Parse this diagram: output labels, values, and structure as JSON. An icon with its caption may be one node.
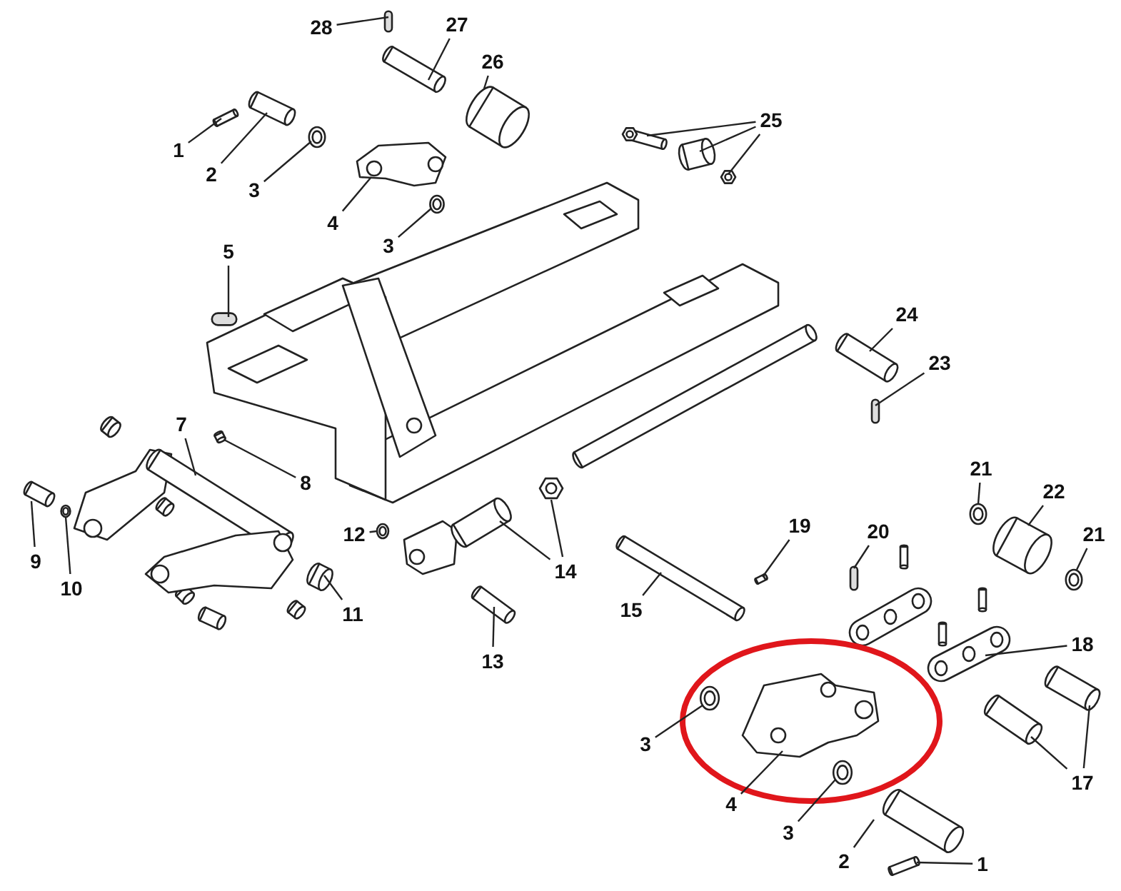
{
  "diagram": {
    "nodes": [
      {
        "text": [
          "28"
        ]
      },
      {
        "text": [
          "27"
        ]
      },
      {
        "text": [
          "26"
        ]
      },
      {
        "text": [
          "25"
        ]
      },
      {
        "text": [
          "1"
        ]
      },
      {
        "text": [
          "2"
        ]
      },
      {
        "text": [
          "3"
        ]
      },
      {
        "text": [
          "4"
        ]
      },
      {
        "text": [
          "3"
        ]
      },
      {
        "text": [
          "5"
        ]
      },
      {
        "text": [
          "24"
        ]
      },
      {
        "text": [
          "23"
        ]
      },
      {
        "text": [
          "7"
        ]
      },
      {
        "text": [
          "8"
        ]
      },
      {
        "text": [
          "21"
        ]
      },
      {
        "text": [
          "22"
        ]
      },
      {
        "text": [
          "21"
        ]
      },
      {
        "text": [
          "9"
        ]
      },
      {
        "text": [
          "10"
        ]
      },
      {
        "text": [
          "12"
        ]
      },
      {
        "text": [
          "14"
        ]
      },
      {
        "text": [
          "19"
        ]
      },
      {
        "text": [
          "20"
        ]
      },
      {
        "text": [
          "11"
        ]
      },
      {
        "text": [
          "15"
        ]
      },
      {
        "text": [
          "13"
        ]
      },
      {
        "text": [
          "18"
        ]
      },
      {
        "text": [
          "3"
        ]
      },
      {
        "text": [
          "4"
        ]
      },
      {
        "text": [
          "17"
        ]
      },
      {
        "text": [
          "3"
        ]
      },
      {
        "text": [
          "2"
        ]
      },
      {
        "text": [
          "1"
        ]
      },
      {
        "text": [],
        "shape": "bar"
      },
      {
        "text": [],
        "shape": "picture"
      },
      {
        "text": [],
        "shape": "picture"
      },
      {
        "text": [],
        "shape": "picture"
      },
      {
        "text": [],
        "shape": "picture"
      },
      {
        "text": [],
        "shape": "picture"
      },
      {
        "text": [],
        "shape": "picture"
      },
      {
        "text": [],
        "shape": "picture"
      },
      {
        "text": [],
        "shape": "picture"
      },
      {
        "text": [],
        "shape": "picture"
      },
      {
        "text": [],
        "shape": "picture"
      },
      {
        "text": [],
        "shape": "bar"
      },
      {
        "text": [],
        "shape": "picture"
      },
      {
        "text": [],
        "shape": "bar"
      },
      {
        "text": [],
        "shape": "picture"
      },
      {
        "text": [],
        "shape": "picture"
      },
      {
        "text": [],
        "shape": "picture"
      },
      {
        "text": [],
        "shape": "picture"
      },
      {
        "text": [],
        "shape": "picture"
      },
      {
        "text": [],
        "shape": "picture"
      },
      {
        "text": [],
        "shape": "picture"
      },
      {
        "text": [],
        "shape": "picture"
      },
      {
        "text": [],
        "shape": "picture"
      },
      {
        "text": [],
        "shape": "picture"
      },
      {
        "text": [],
        "shape": "picture"
      },
      {
        "text": [],
        "shape": "bar"
      },
      {
        "text": [],
        "shape": "picture"
      },
      {
        "text": [],
        "shape": "picture"
      },
      {
        "text": [],
        "shape": "picture"
      },
      {
        "text": [],
        "shape": "picture"
      },
      {
        "text": [],
        "shape": "picture"
      },
      {
        "text": [],
        "shape": "picture"
      },
      {
        "text": [],
        "shape": "picture"
      },
      {
        "text": [],
        "shape": "picture"
      },
      {
        "text": [],
        "shape": "picture"
      },
      {
        "text": [],
        "shape": "picture"
      },
      {
        "text": [],
        "shape": "picture"
      }
    ],
    "edges": [
      {
        "from": 0,
        "to": 33,
        "arrow": "none"
      },
      {
        "from": 1,
        "to": 34,
        "arrow": "none"
      },
      {
        "from": 2,
        "to": 35,
        "arrow": "none"
      },
      {
        "from": 3,
        "to": 36,
        "arrow": "none"
      },
      {
        "from": 3,
        "to": 37,
        "arrow": "none"
      },
      {
        "from": 3,
        "to": 38,
        "arrow": "none"
      },
      {
        "from": 4,
        "to": 39,
        "arrow": "none"
      },
      {
        "from": 5,
        "to": 40,
        "arrow": "none"
      },
      {
        "from": 6,
        "to": 41,
        "arrow": "none"
      },
      {
        "from": 7,
        "to": 42,
        "arrow": "none"
      },
      {
        "from": 8,
        "to": 43,
        "arrow": "none"
      },
      {
        "from": 9,
        "to": 44,
        "arrow": "none"
      },
      {
        "from": 10,
        "to": 45,
        "arrow": "none"
      },
      {
        "from": 11,
        "to": 46,
        "arrow": "none"
      },
      {
        "from": 12,
        "to": 47,
        "arrow": "none"
      },
      {
        "from": 13,
        "to": 48,
        "arrow": "none"
      },
      {
        "from": 14,
        "to": 49,
        "arrow": "none"
      },
      {
        "from": 15,
        "to": 50,
        "arrow": "none"
      },
      {
        "from": 16,
        "to": 51,
        "arrow": "none"
      },
      {
        "from": 17,
        "to": 52,
        "arrow": "none"
      },
      {
        "from": 18,
        "to": 53,
        "arrow": "none"
      },
      {
        "from": 19,
        "to": 54,
        "arrow": "none"
      },
      {
        "from": 20,
        "to": 55,
        "arrow": "none"
      },
      {
        "from": 20,
        "to": 56,
        "arrow": "none"
      },
      {
        "from": 21,
        "to": 57,
        "arrow": "none"
      },
      {
        "from": 22,
        "to": 58,
        "arrow": "none"
      },
      {
        "from": 23,
        "to": 59,
        "arrow": "none"
      },
      {
        "from": 24,
        "to": 60,
        "arrow": "none"
      },
      {
        "from": 25,
        "to": 61,
        "arrow": "none"
      },
      {
        "from": 26,
        "to": 62,
        "arrow": "none"
      },
      {
        "from": 27,
        "to": 63,
        "arrow": "none"
      },
      {
        "from": 28,
        "to": 64,
        "arrow": "none"
      },
      {
        "from": 29,
        "to": 65,
        "arrow": "none"
      },
      {
        "from": 29,
        "to": 66,
        "arrow": "none"
      },
      {
        "from": 30,
        "to": 67,
        "arrow": "none"
      },
      {
        "from": 31,
        "to": 68,
        "arrow": "none"
      },
      {
        "from": 32,
        "to": 69,
        "arrow": "none"
      }
    ]
  }
}
